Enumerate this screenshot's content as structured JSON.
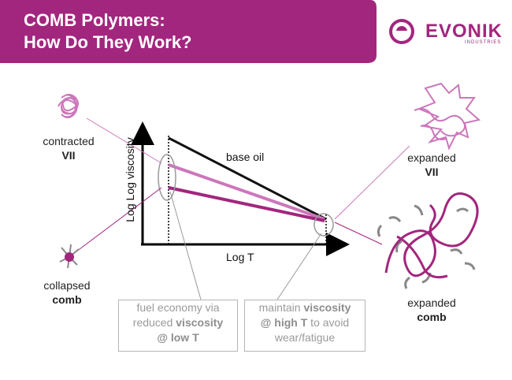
{
  "header": {
    "title_line1": "COMB Polymers:",
    "title_line2": "How Do They Work?",
    "logo_name": "EVONIK",
    "logo_sub": "INDUSTRIES",
    "brand_color": "#a2267e"
  },
  "labels": {
    "contracted": "contracted",
    "vii_left": "VII",
    "collapsed": "collapsed",
    "comb_left": "comb",
    "expanded_vii": "expanded",
    "vii_right": "VII",
    "expanded_comb": "expanded",
    "comb_right": "comb"
  },
  "graph": {
    "y_axis_label": "Log Log viscosity",
    "x_axis_label": "Log T",
    "base_oil_label": "base oil",
    "colors": {
      "base_oil": "#111111",
      "vii": "#cc77bb",
      "comb": "#a2267e"
    }
  },
  "boxes": {
    "left": {
      "line1": "fuel economy via",
      "line2a": "reduced ",
      "line2b": "viscosity",
      "line3": "@ low T"
    },
    "right": {
      "line1a": "maintain ",
      "line1b": "viscosity",
      "line2a": "@ high T",
      "line2b": " to avoid",
      "line3": "wear/fatigue"
    }
  }
}
